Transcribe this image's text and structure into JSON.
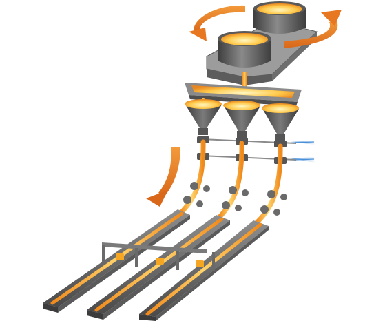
{
  "diagram": {
    "type": "continuous-casting-process-illustration",
    "colors": {
      "molten_metal": "#f5a623",
      "molten_metal_core": "#fff3b0",
      "steel_dark": "#4a4a4a",
      "steel_mid": "#6e6e6e",
      "steel_light": "#9a9a9a",
      "rotation_arrow": "#e87722",
      "flow_arrow": "#d9681a",
      "water_spray": "#4a90d9",
      "background": "#ffffff"
    },
    "components": {
      "ladles": {
        "count": 2,
        "icon": "ladle-icon"
      },
      "turret": {
        "icon": "rotating-turret-icon"
      },
      "tundish": {
        "icon": "tundish-icon"
      },
      "molds": {
        "count": 3,
        "icon": "funnel-mold-icon"
      },
      "strands": {
        "count": 3,
        "icon": "strand-icon"
      },
      "cooling_sprays": {
        "count": 2,
        "icon": "water-spray-icon"
      }
    }
  }
}
